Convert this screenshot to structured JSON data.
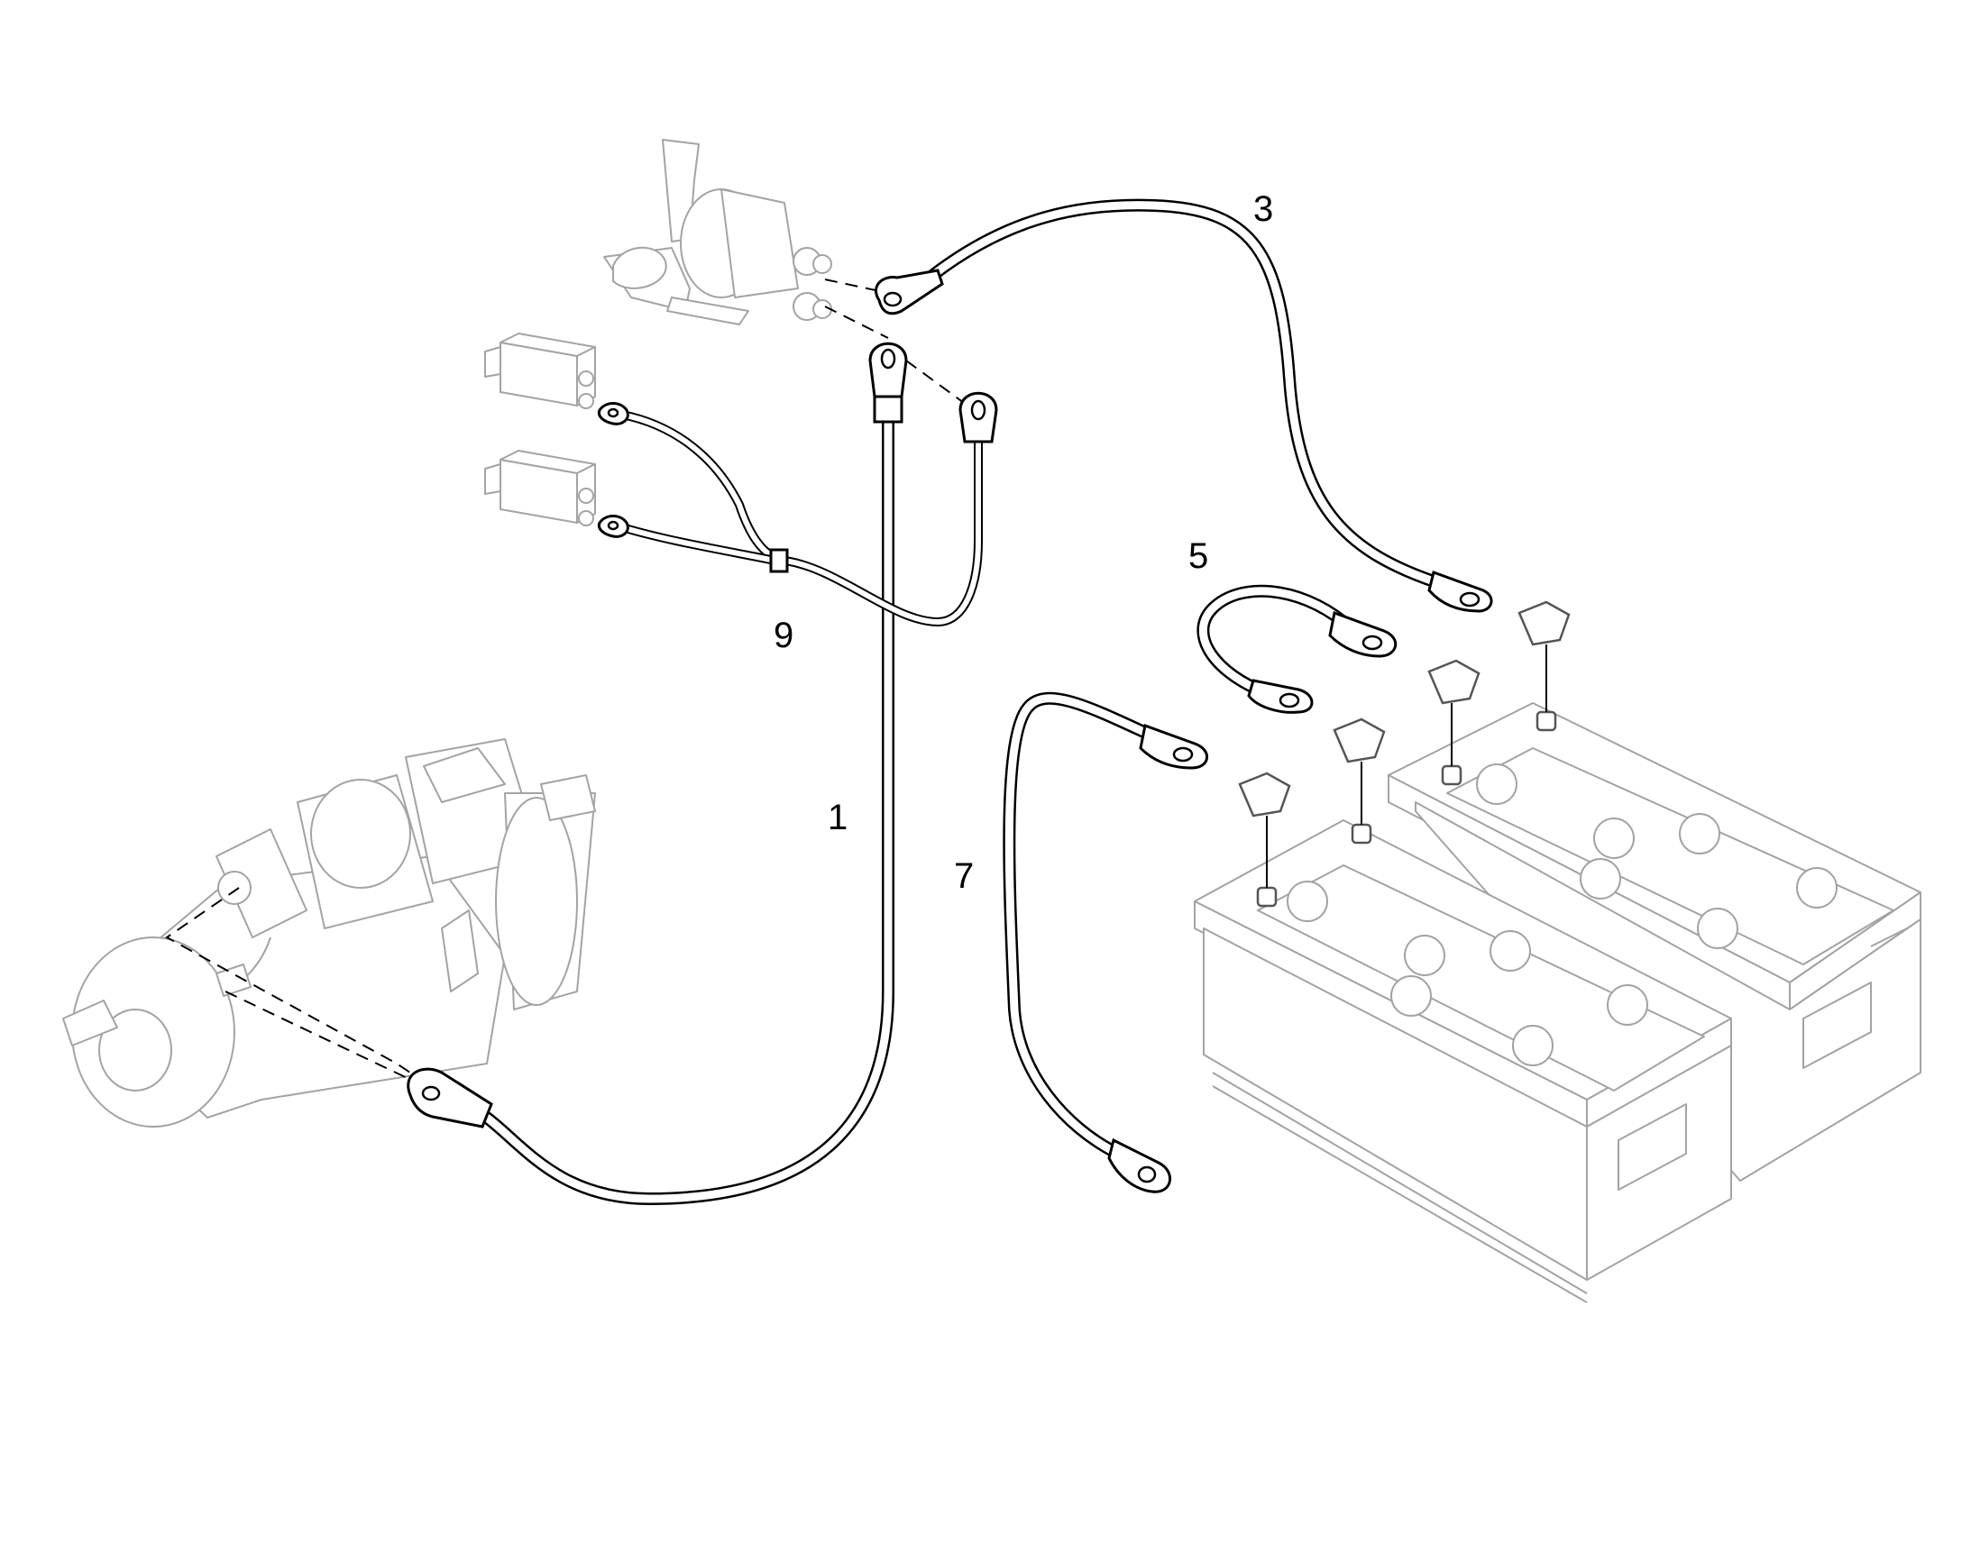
{
  "callouts": {
    "c1": "1",
    "c3": "3",
    "c5": "5",
    "c7": "7",
    "c9": "9"
  }
}
